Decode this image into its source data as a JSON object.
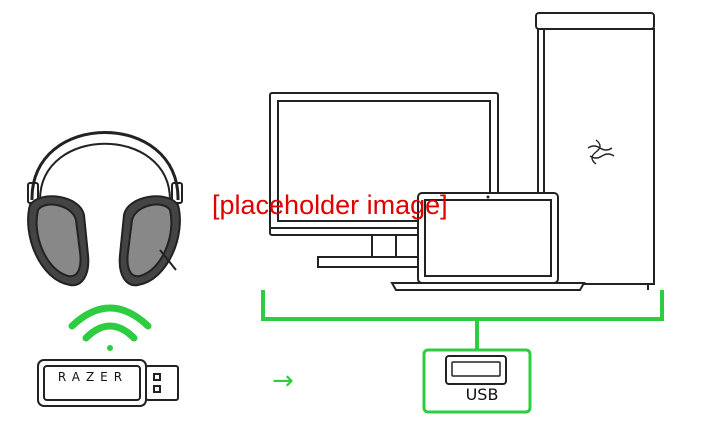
{
  "diagram": {
    "overlay_text": "[placeholder image]",
    "usb_label": "USB",
    "dongle_brand": "RAZER",
    "arrow_glyph": "→",
    "icons": {
      "headset": "headset-icon",
      "wireless": "wireless-signal-icon",
      "dongle": "usb-dongle-icon",
      "monitor": "monitor-icon",
      "laptop": "laptop-icon",
      "tower": "desktop-tower-icon",
      "usb_port": "usb-port-icon",
      "logo": "razer-logo-icon"
    },
    "colors": {
      "accent_green": "#2ecc40",
      "line": "#222222",
      "overlay_red": "#e00000"
    }
  }
}
